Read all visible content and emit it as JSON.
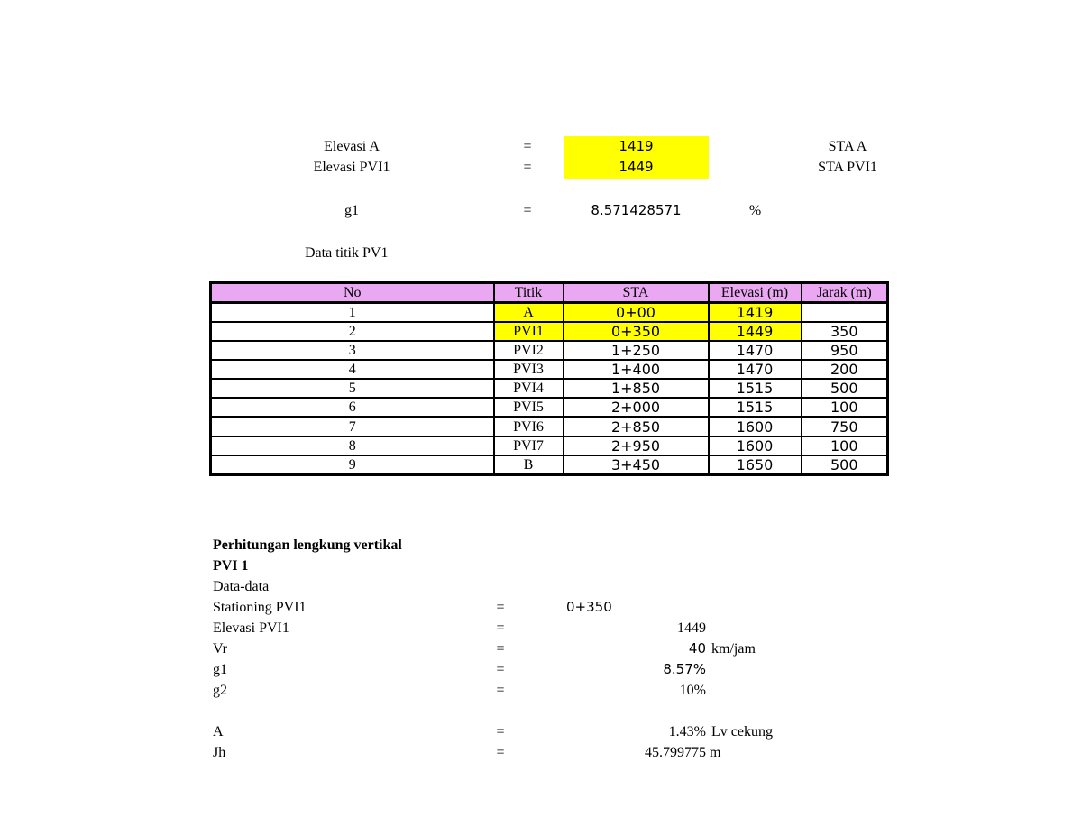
{
  "header_block": {
    "rows": [
      {
        "label": "Elevasi A",
        "eq": "=",
        "value": "1419",
        "right": "STA A"
      },
      {
        "label": "Elevasi PVI1",
        "eq": "=",
        "value": "1449",
        "right": "STA PVI1"
      }
    ],
    "g1": {
      "label": "g1",
      "eq": "=",
      "value": "8.571428571",
      "unit": "%"
    },
    "section_label": "Data titik PV1"
  },
  "table": {
    "columns": [
      "No",
      "Titik",
      "STA",
      "Elevasi (m)",
      "Jarak (m)"
    ],
    "rows": [
      {
        "no": "1",
        "titik": "A",
        "sta": "0+00",
        "elevasi": "1419",
        "jarak": ""
      },
      {
        "no": "2",
        "titik": "PVI1",
        "sta": "0+350",
        "elevasi": "1449",
        "jarak": "350"
      },
      {
        "no": "3",
        "titik": "PVI2",
        "sta": "1+250",
        "elevasi": "1470",
        "jarak": "950"
      },
      {
        "no": "4",
        "titik": "PVI3",
        "sta": "1+400",
        "elevasi": "1470",
        "jarak": "200"
      },
      {
        "no": "5",
        "titik": "PVI4",
        "sta": "1+850",
        "elevasi": "1515",
        "jarak": "500"
      },
      {
        "no": "6",
        "titik": "PVI5",
        "sta": "2+000",
        "elevasi": "1515",
        "jarak": "100"
      },
      {
        "no": "7",
        "titik": "PVI6",
        "sta": "2+850",
        "elevasi": "1600",
        "jarak": "750"
      },
      {
        "no": "8",
        "titik": "PVI7",
        "sta": "2+950",
        "elevasi": "1600",
        "jarak": "100"
      },
      {
        "no": "9",
        "titik": "B",
        "sta": "3+450",
        "elevasi": "1650",
        "jarak": "500"
      }
    ],
    "colors": {
      "header_bg": "#eaa8f2",
      "highlight_bg": "#ffff00"
    }
  },
  "calc": {
    "title": "Perhitungan lengkung vertikal",
    "subtitle": "PVI 1",
    "data_label": "Data-data",
    "items": [
      {
        "label": "Stationing PVI1",
        "eq": "=",
        "value": "0+350",
        "unit": ""
      },
      {
        "label": "Elevasi PVI1",
        "eq": "=",
        "value": "1449",
        "unit": ""
      },
      {
        "label": "Vr",
        "eq": "=",
        "value": "40",
        "unit": "km/jam"
      },
      {
        "label": "g1",
        "eq": "=",
        "value": "8.57%",
        "unit": ""
      },
      {
        "label": "g2",
        "eq": "=",
        "value": "10%",
        "unit": ""
      },
      {
        "label": "A",
        "eq": "=",
        "value": "1.43%",
        "unit": "Lv cekung"
      },
      {
        "label": "Jh",
        "eq": "=",
        "value": "45.799775",
        "unit": "m"
      }
    ]
  }
}
